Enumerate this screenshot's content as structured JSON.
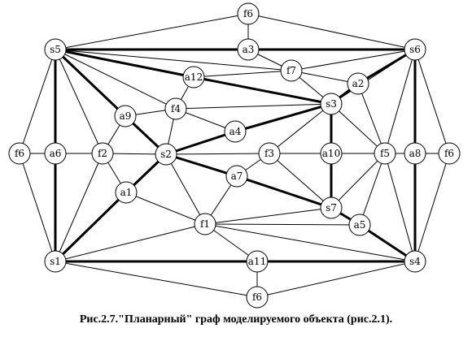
{
  "caption": "Рис.2.7.\"Планарный\" граф моделируемого объекта (рис.2.1).",
  "nodes": [
    {
      "id": "top_f6",
      "label": "f6"
    },
    {
      "id": "s5",
      "label": "s5"
    },
    {
      "id": "a3",
      "label": "a3"
    },
    {
      "id": "s6",
      "label": "s6"
    },
    {
      "id": "f7",
      "label": "f7"
    },
    {
      "id": "a12",
      "label": "a12"
    },
    {
      "id": "a2",
      "label": "a2"
    },
    {
      "id": "s3",
      "label": "s3"
    },
    {
      "id": "a9",
      "label": "a9"
    },
    {
      "id": "f4",
      "label": "f4"
    },
    {
      "id": "a4",
      "label": "a4"
    },
    {
      "id": "left_f6",
      "label": "f6"
    },
    {
      "id": "a6",
      "label": "a6"
    },
    {
      "id": "f2",
      "label": "f2"
    },
    {
      "id": "s2",
      "label": "s2"
    },
    {
      "id": "f3",
      "label": "f3"
    },
    {
      "id": "a10",
      "label": "a10"
    },
    {
      "id": "f5",
      "label": "f5"
    },
    {
      "id": "a8",
      "label": "a8"
    },
    {
      "id": "right_f6",
      "label": "f6"
    },
    {
      "id": "a7",
      "label": "a7"
    },
    {
      "id": "a1",
      "label": "a1"
    },
    {
      "id": "s7",
      "label": "s7"
    },
    {
      "id": "f1",
      "label": "f1"
    },
    {
      "id": "a5",
      "label": "a5"
    },
    {
      "id": "s1",
      "label": "s1"
    },
    {
      "id": "a11",
      "label": "a11"
    },
    {
      "id": "s4",
      "label": "s4"
    },
    {
      "id": "bottom_f6",
      "label": "f6"
    }
  ],
  "edges": [
    [
      "s5",
      "top_f6",
      false
    ],
    [
      "top_f6",
      "s6",
      false
    ],
    [
      "top_f6",
      "a3",
      false
    ],
    [
      "s5",
      "a3",
      true
    ],
    [
      "a3",
      "s6",
      true
    ],
    [
      "a3",
      "f7",
      false
    ],
    [
      "s5",
      "left_f6",
      false
    ],
    [
      "left_f6",
      "s1",
      false
    ],
    [
      "left_f6",
      "a6",
      false
    ],
    [
      "s6",
      "right_f6",
      false
    ],
    [
      "right_f6",
      "s4",
      false
    ],
    [
      "right_f6",
      "a8",
      false
    ],
    [
      "s1",
      "bottom_f6",
      false
    ],
    [
      "bottom_f6",
      "s4",
      false
    ],
    [
      "bottom_f6",
      "a11",
      false
    ],
    [
      "s5",
      "a6",
      true
    ],
    [
      "a6",
      "s1",
      true
    ],
    [
      "s6",
      "a8",
      true
    ],
    [
      "a8",
      "s4",
      true
    ],
    [
      "s1",
      "a11",
      true
    ],
    [
      "a11",
      "s4",
      true
    ],
    [
      "s5",
      "a12",
      true
    ],
    [
      "a12",
      "s3",
      true
    ],
    [
      "s5",
      "a9",
      true
    ],
    [
      "a9",
      "s2",
      true
    ],
    [
      "s5",
      "f7",
      false
    ],
    [
      "s5",
      "f4",
      false
    ],
    [
      "s5",
      "f2",
      false
    ],
    [
      "s6",
      "f7",
      false
    ],
    [
      "s6",
      "a2",
      true
    ],
    [
      "a2",
      "s3",
      true
    ],
    [
      "s6",
      "f5",
      false
    ],
    [
      "s6",
      "s3",
      false
    ],
    [
      "s1",
      "a1",
      true
    ],
    [
      "a1",
      "s2",
      true
    ],
    [
      "s1",
      "f1",
      false
    ],
    [
      "s1",
      "f2",
      false
    ],
    [
      "s4",
      "a5",
      true
    ],
    [
      "a5",
      "s7",
      true
    ],
    [
      "s4",
      "f1",
      false
    ],
    [
      "s4",
      "f5",
      false
    ],
    [
      "s3",
      "a10",
      true
    ],
    [
      "a10",
      "s7",
      true
    ],
    [
      "s2",
      "a4",
      true
    ],
    [
      "a4",
      "s3",
      true
    ],
    [
      "s2",
      "a7",
      true
    ],
    [
      "a7",
      "s7",
      true
    ],
    [
      "f7",
      "a12",
      false
    ],
    [
      "f7",
      "a2",
      false
    ],
    [
      "f7",
      "s3",
      false
    ],
    [
      "a12",
      "f4",
      false
    ],
    [
      "a9",
      "f4",
      false
    ],
    [
      "a9",
      "f2",
      false
    ],
    [
      "f4",
      "s2",
      false
    ],
    [
      "f4",
      "a4",
      false
    ],
    [
      "f4",
      "s3",
      false
    ],
    [
      "a6",
      "f2",
      false
    ],
    [
      "f2",
      "s2",
      false
    ],
    [
      "f2",
      "a1",
      false
    ],
    [
      "s2",
      "f3",
      false
    ],
    [
      "s2",
      "f1",
      false
    ],
    [
      "s2",
      "s7",
      false
    ],
    [
      "f3",
      "a10",
      false
    ],
    [
      "f3",
      "s3",
      false
    ],
    [
      "f3",
      "a7",
      false
    ],
    [
      "f3",
      "s7",
      false
    ],
    [
      "a10",
      "f5",
      false
    ],
    [
      "f5",
      "a8",
      false
    ],
    [
      "f5",
      "a2",
      false
    ],
    [
      "f5",
      "s3",
      false
    ],
    [
      "f5",
      "s7",
      false
    ],
    [
      "f5",
      "a5",
      false
    ],
    [
      "f1",
      "a1",
      false
    ],
    [
      "f1",
      "a7",
      false
    ],
    [
      "f1",
      "s7",
      false
    ],
    [
      "f1",
      "a5",
      false
    ],
    [
      "f1",
      "a11",
      false
    ]
  ]
}
